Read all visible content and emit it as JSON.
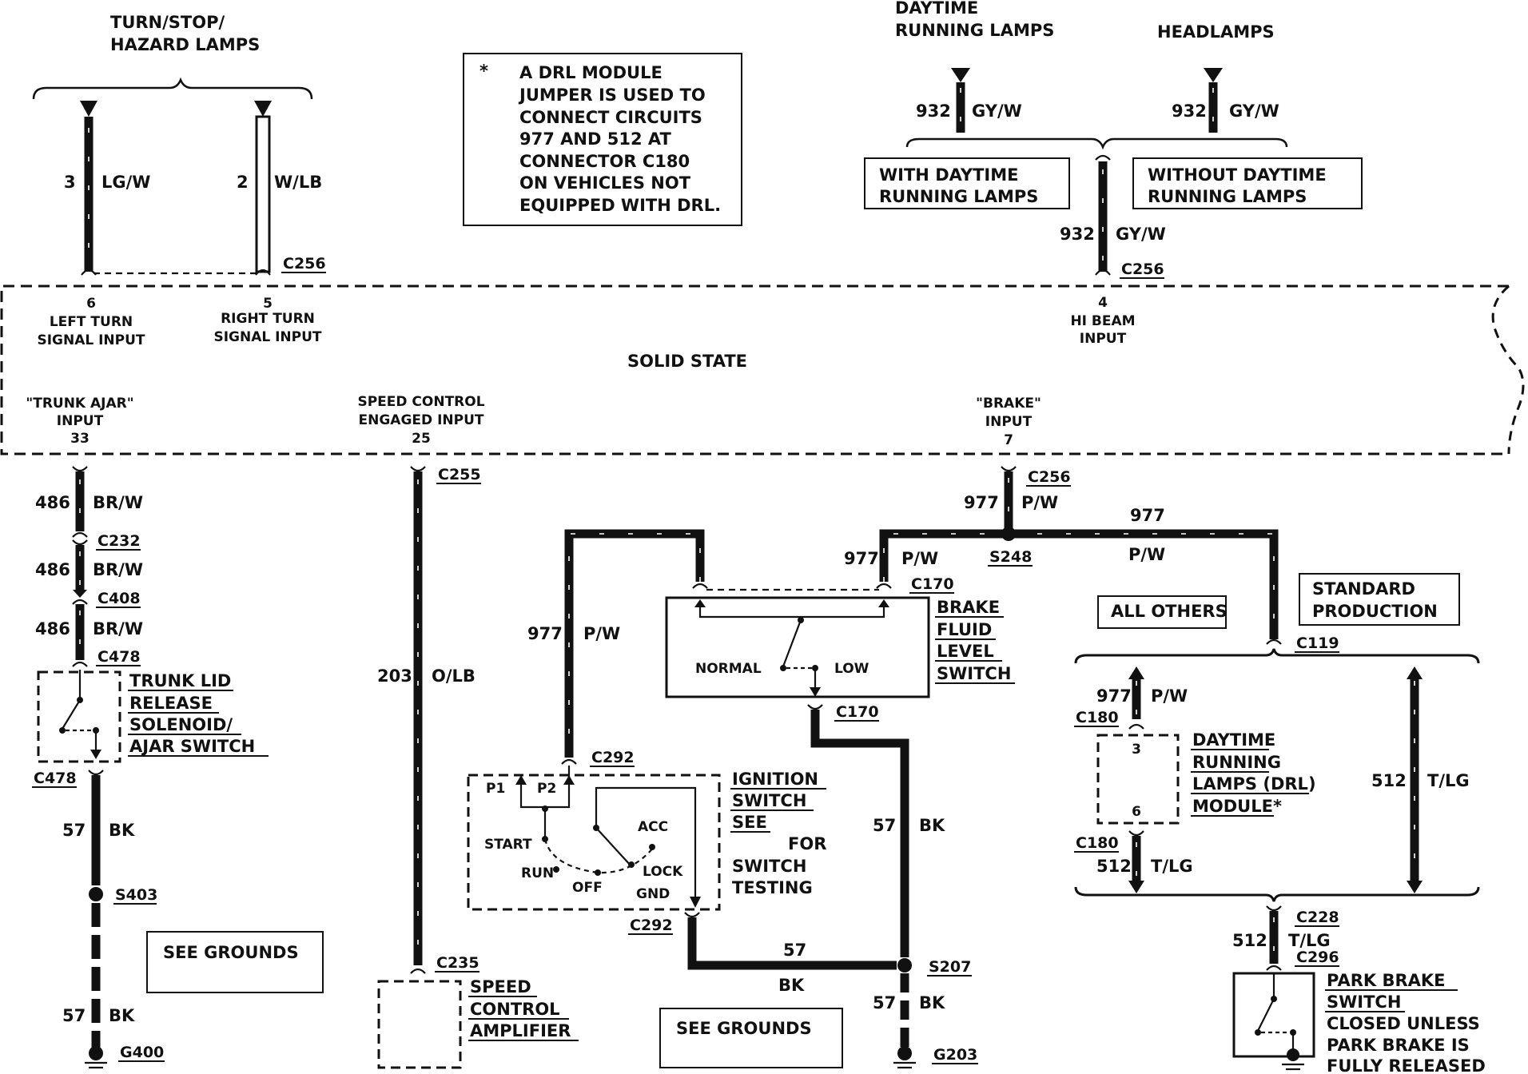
{
  "labels": {
    "turn_stop_hazard_1": "TURN/STOP/",
    "turn_stop_hazard_2": "HAZARD LAMPS",
    "daytime_running_1": "DAYTIME",
    "daytime_running_2": "RUNNING LAMPS",
    "headlamps": "HEADLAMPS",
    "with_drl_1": "WITH DAYTIME",
    "with_drl_2": "RUNNING LAMPS",
    "without_drl_1": "WITHOUT DAYTIME",
    "without_drl_2": "RUNNING LAMPS",
    "solid_state": "SOLID STATE",
    "all_others": "ALL OTHERS",
    "std_prod_1": "STANDARD",
    "std_prod_2": "PRODUCTION",
    "see_grounds": "SEE GROUNDS"
  },
  "note": {
    "asterisk": "*",
    "lines": [
      "A DRL MODULE",
      "JUMPER IS USED TO",
      "CONNECT CIRCUITS",
      "977 AND 512 AT",
      "CONNECTOR C180",
      "ON VEHICLES NOT",
      "EQUIPPED WITH DRL."
    ]
  },
  "module_inputs": {
    "left_turn": {
      "pin": "6",
      "line1": "LEFT TURN",
      "line2": "SIGNAL INPUT"
    },
    "right_turn": {
      "pin": "5",
      "line1": "RIGHT TURN",
      "line2": "SIGNAL INPUT"
    },
    "hi_beam": {
      "pin": "4",
      "line1": "HI BEAM",
      "line2": "INPUT"
    },
    "trunk_ajar": {
      "pin": "33",
      "line1": "\"TRUNK AJAR\"",
      "line2": "INPUT"
    },
    "speed_control": {
      "pin": "25",
      "line1": "SPEED CONTROL",
      "line2": "ENGAGED INPUT"
    },
    "brake": {
      "pin": "7",
      "line1": "\"BRAKE\"",
      "line2": "INPUT"
    }
  },
  "circuits": {
    "c3": "3",
    "lgw": "LG/W",
    "c2": "2",
    "wlb": "W/LB",
    "c932": "932",
    "gyw": "GY/W",
    "c486": "486",
    "brw": "BR/W",
    "c203": "203",
    "olb": "O/LB",
    "c977": "977",
    "pw": "P/W",
    "c57": "57",
    "bk": "BK",
    "c512": "512",
    "tlg": "T/LG"
  },
  "connectors": {
    "c256": "C256",
    "c255": "C255",
    "c232": "C232",
    "c408": "C408",
    "c478": "C478",
    "c235": "C235",
    "c170": "C170",
    "c292": "C292",
    "c119": "C119",
    "c180": "C180",
    "c228": "C228",
    "c296": "C296",
    "s248": "S248",
    "s403": "S403",
    "s207": "S207",
    "g400": "G400",
    "g203": "G203"
  },
  "components": {
    "trunk_lid": [
      "TRUNK LID",
      "RELEASE",
      "SOLENOID/",
      "AJAR SWITCH"
    ],
    "brake_fluid": [
      "BRAKE",
      "FLUID",
      "LEVEL",
      "SWITCH"
    ],
    "brake_fluid_normal": "NORMAL",
    "brake_fluid_low": "LOW",
    "ignition": [
      "IGNITION",
      "SWITCH"
    ],
    "ignition_see": "SEE",
    "ignition_for": "FOR",
    "ignition_testing": [
      "SWITCH",
      "TESTING"
    ],
    "ign_p1": "P1",
    "ign_p2": "P2",
    "ign_start": "START",
    "ign_acc": "ACC",
    "ign_run": "RUN",
    "ign_off": "OFF",
    "ign_lock": "LOCK",
    "ign_gnd": "GND",
    "speed_amp": [
      "SPEED",
      "CONTROL",
      "AMPLIFIER"
    ],
    "drl_module": [
      "DAYTIME",
      "RUNNING",
      "LAMPS (DRL)",
      "MODULE*"
    ],
    "drl_pin3": "3",
    "drl_pin6": "6",
    "park_brake": [
      "PARK BRAKE",
      "SWITCH"
    ],
    "park_brake_note": [
      "CLOSED UNLESS",
      "PARK BRAKE IS",
      "FULLY RELEASED"
    ]
  }
}
